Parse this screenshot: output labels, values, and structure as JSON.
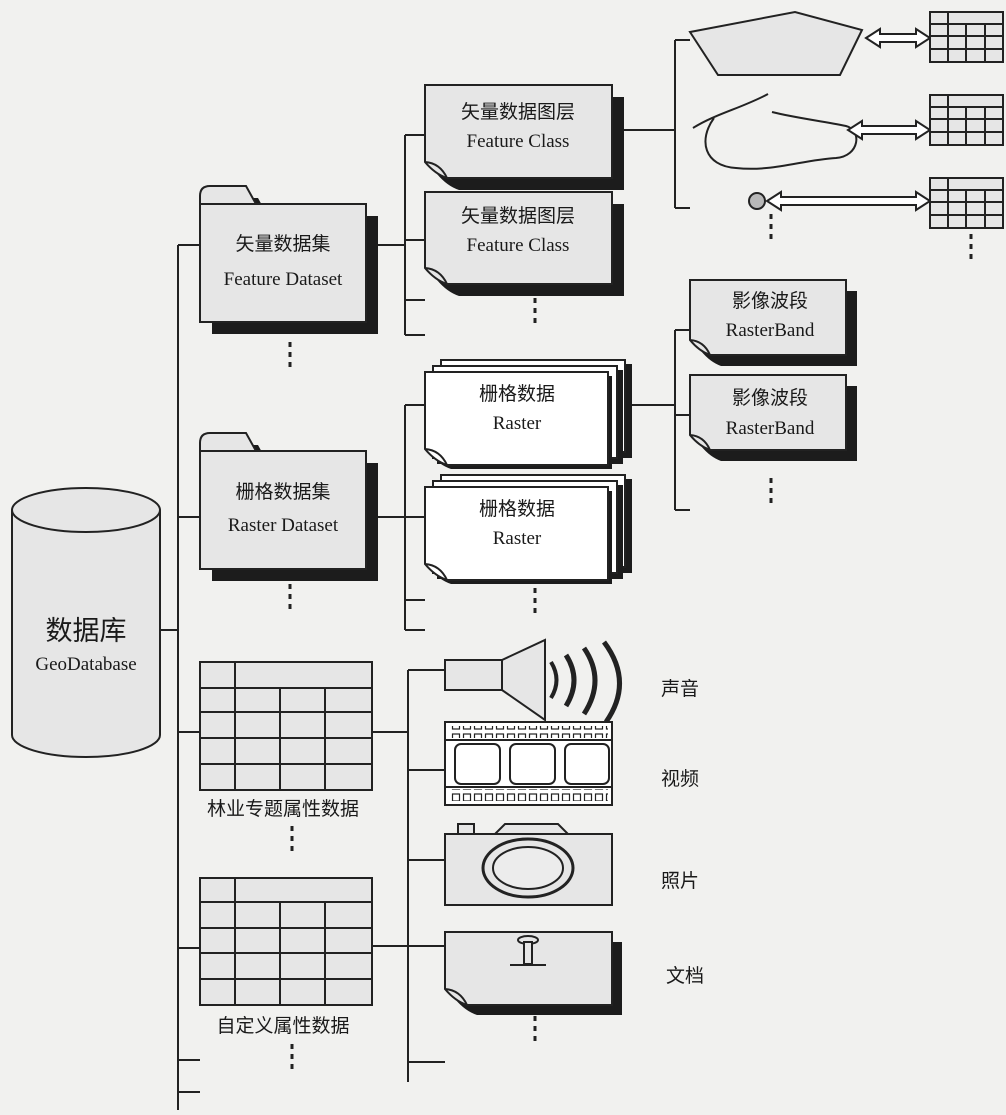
{
  "database": {
    "title_cn": "数据库",
    "title_en": "GeoDatabase"
  },
  "feature_dataset": {
    "title_cn": "矢量数据集",
    "title_en": "Feature Dataset"
  },
  "feature_classes": [
    {
      "title_cn": "矢量数据图层",
      "title_en": "Feature Class"
    },
    {
      "title_cn": "矢量数据图层",
      "title_en": "Feature Class"
    }
  ],
  "raster_dataset": {
    "title_cn": "栅格数据集",
    "title_en": "Raster Dataset"
  },
  "rasters": [
    {
      "title_cn": "栅格数据",
      "title_en": "Raster"
    },
    {
      "title_cn": "栅格数据",
      "title_en": "Raster"
    }
  ],
  "raster_bands": [
    {
      "title_cn": "影像波段",
      "title_en": "RasterBand"
    },
    {
      "title_cn": "影像波段",
      "title_en": "RasterBand"
    }
  ],
  "attribute_tables": [
    {
      "label": "林业专题属性数据"
    },
    {
      "label": "自定义属性数据"
    }
  ],
  "multimedia": [
    {
      "label": "声音",
      "icon": "speaker-icon"
    },
    {
      "label": "视频",
      "icon": "film-strip-icon"
    },
    {
      "label": "照片",
      "icon": "camera-icon"
    },
    {
      "label": "文档",
      "icon": "document-icon"
    }
  ],
  "colors": {
    "background": "#f1f1ef",
    "box_fill": "#e6e6e6",
    "shadow": "#1c1c1c",
    "line": "#222222"
  }
}
